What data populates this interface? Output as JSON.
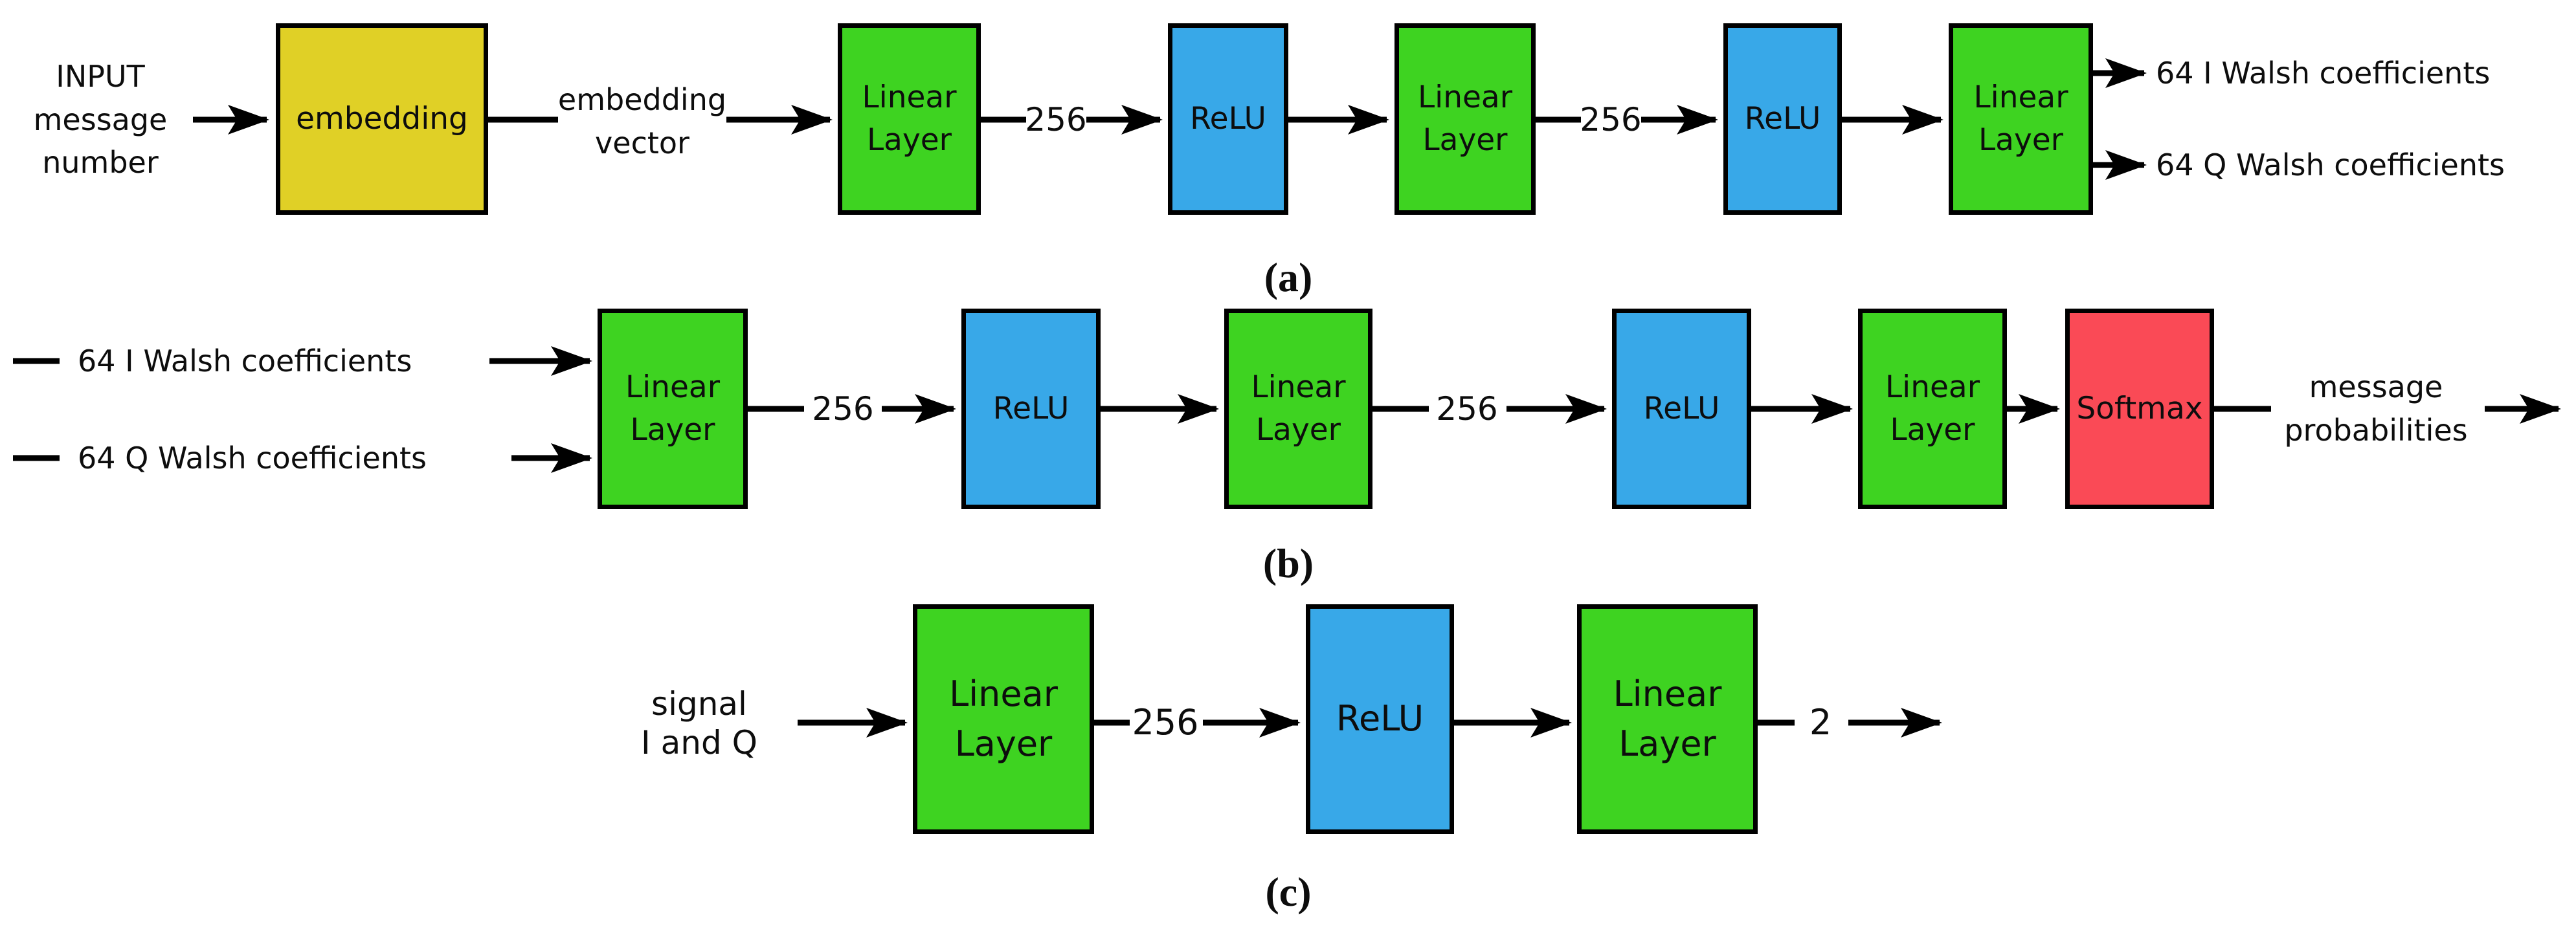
{
  "figure": {
    "description": "Neural network architecture diagram with three sub-figures",
    "colors": {
      "embedding": "#e0d026",
      "linear": "#3ed321",
      "relu": "#38a8e8",
      "softmax": "#fa4a56",
      "border": "#000000",
      "arrow": "#000000",
      "bg": "#ffffff"
    },
    "rows": {
      "a": {
        "caption": "(a)",
        "input": "INPUT\nmessage\nnumber",
        "embedding": "embedding",
        "embedding_vector": "embedding\nvector",
        "linear1": "Linear\nLayer",
        "dim1": "256",
        "relu1": "ReLU",
        "linear2": "Linear\nLayer",
        "dim2": "256",
        "relu2": "ReLU",
        "linear3": "Linear\nLayer",
        "out_i": "64 I Walsh coefficients",
        "out_q": "64 Q Walsh coefficients"
      },
      "b": {
        "caption": "(b)",
        "in_i": "64 I Walsh coefficients",
        "in_q": "64 Q Walsh coefficients",
        "linear1": "Linear\nLayer",
        "dim1": "256",
        "relu1": "ReLU",
        "linear2": "Linear\nLayer",
        "dim2": "256",
        "relu2": "ReLU",
        "linear3": "Linear\nLayer",
        "softmax": "Softmax",
        "output": "message\nprobabilities"
      },
      "c": {
        "caption": "(c)",
        "input": "signal\nI and Q",
        "linear1": "Linear\nLayer",
        "dim1": "256",
        "relu1": "ReLU",
        "linear2": "Linear\nLayer",
        "dim2": "2"
      }
    }
  }
}
